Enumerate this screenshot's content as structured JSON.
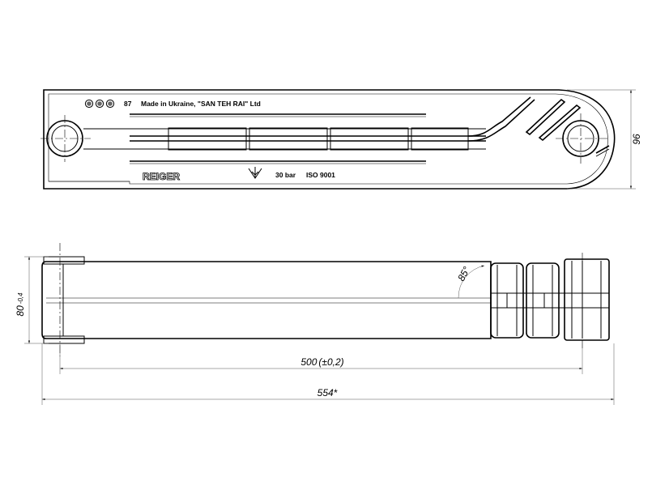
{
  "top_view": {
    "marking_number": "87",
    "marking_text": "Made in Ukraine, \"SAN TEH RAI\" Ltd",
    "brand": "REIGER",
    "pressure": "30 bar",
    "standard": "ISO 9001"
  },
  "dimensions": {
    "height": "96",
    "depth": "80",
    "depth_tolerance": "-0,4",
    "center_distance": "500",
    "center_tolerance": "(±0,2)",
    "overall_length": "554*",
    "angle": "85°"
  }
}
